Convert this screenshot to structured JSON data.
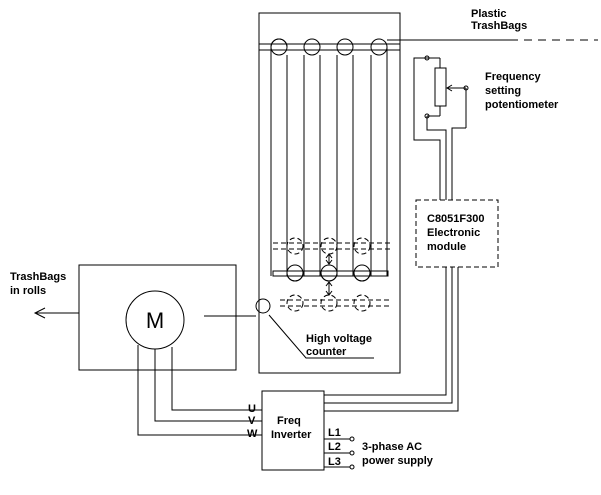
{
  "labels": {
    "plastic_trashbags": [
      "Plastic",
      "TrashBags"
    ],
    "frequency_pot": [
      "Frequency",
      "setting",
      "potentiometer"
    ],
    "electronic_module": [
      "C8051F300",
      "Electronic",
      "module"
    ],
    "trashbags_rolls": [
      "TrashBags",
      "in rolls"
    ],
    "motor": "M",
    "hv_counter": [
      "High voltage",
      "counter"
    ],
    "inverter": [
      "Freq",
      "Inverter"
    ],
    "inverter_outputs": [
      "U",
      "V",
      "W"
    ],
    "inverter_inputs": [
      "L1",
      "L2",
      "L3"
    ],
    "ac_supply": [
      "3-phase AC",
      "power supply"
    ]
  }
}
